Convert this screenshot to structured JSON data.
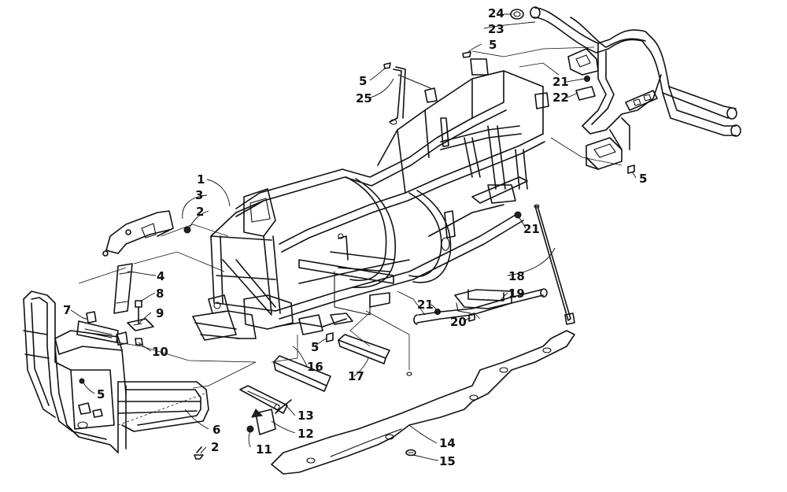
{
  "callouts": [
    {
      "id": "c1",
      "label": "1"
    },
    {
      "id": "c2a",
      "label": "2"
    },
    {
      "id": "c2b",
      "label": "2"
    },
    {
      "id": "c3",
      "label": "3"
    },
    {
      "id": "c4",
      "label": "4"
    },
    {
      "id": "c5a",
      "label": "5"
    },
    {
      "id": "c5b",
      "label": "5"
    },
    {
      "id": "c5c",
      "label": "5"
    },
    {
      "id": "c5d",
      "label": "5"
    },
    {
      "id": "c5e",
      "label": "5"
    },
    {
      "id": "c6",
      "label": "6"
    },
    {
      "id": "c7",
      "label": "7"
    },
    {
      "id": "c8",
      "label": "8"
    },
    {
      "id": "c9",
      "label": "9"
    },
    {
      "id": "c10",
      "label": "10"
    },
    {
      "id": "c11",
      "label": "11"
    },
    {
      "id": "c12",
      "label": "12"
    },
    {
      "id": "c13",
      "label": "13"
    },
    {
      "id": "c14",
      "label": "14"
    },
    {
      "id": "c15",
      "label": "15"
    },
    {
      "id": "c16",
      "label": "16"
    },
    {
      "id": "c17",
      "label": "17"
    },
    {
      "id": "c18",
      "label": "18"
    },
    {
      "id": "c19",
      "label": "19"
    },
    {
      "id": "c20",
      "label": "20"
    },
    {
      "id": "c21a",
      "label": "21"
    },
    {
      "id": "c21b",
      "label": "21"
    },
    {
      "id": "c21c",
      "label": "21"
    },
    {
      "id": "c22",
      "label": "22"
    },
    {
      "id": "c23",
      "label": "23"
    },
    {
      "id": "c24",
      "label": "24"
    },
    {
      "id": "c25",
      "label": "25"
    }
  ]
}
